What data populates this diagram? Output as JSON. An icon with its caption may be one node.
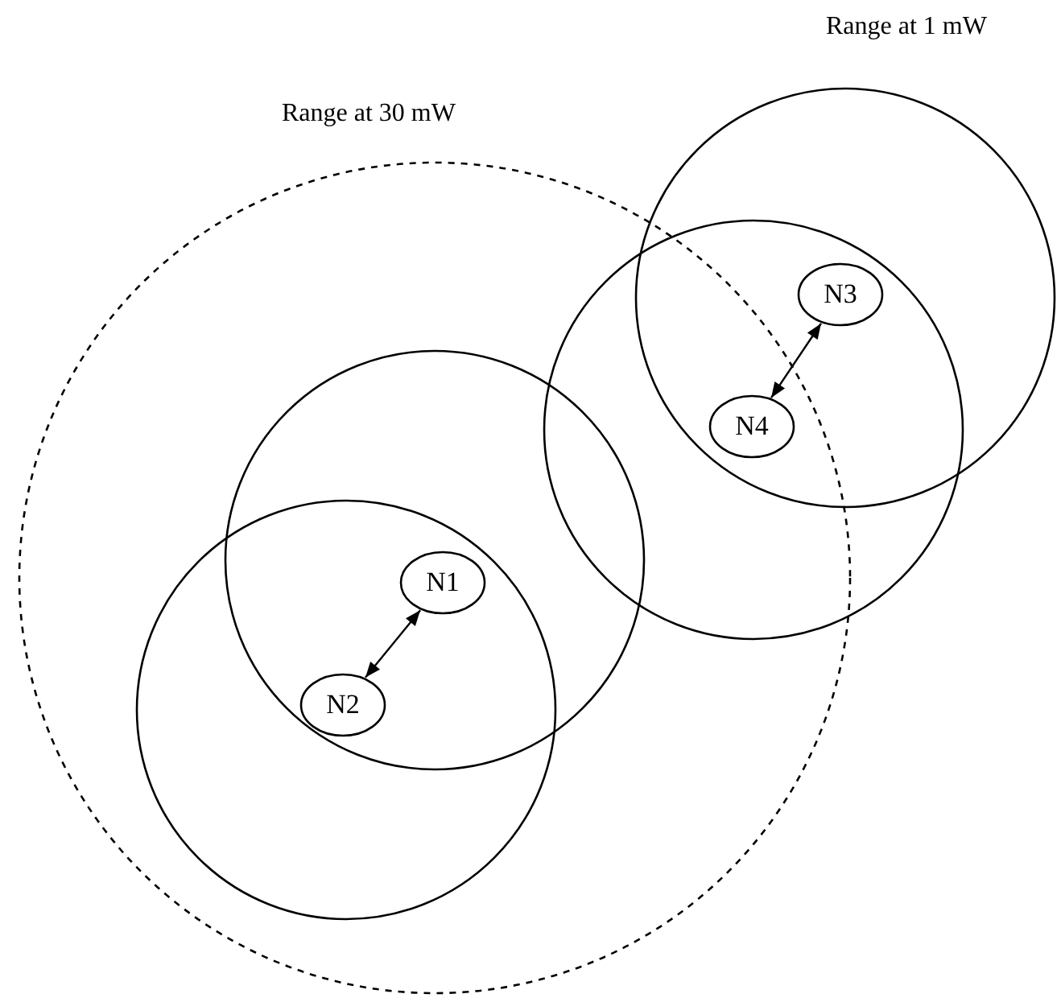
{
  "diagram": {
    "nodes": [
      {
        "text": [
          "N1"
        ]
      },
      {
        "text": [
          "N2"
        ]
      },
      {
        "text": [
          "N3"
        ]
      },
      {
        "text": [
          "N4"
        ]
      }
    ],
    "edges": [
      {
        "from": 0,
        "to": 1,
        "arrow": "both"
      },
      {
        "from": 2,
        "to": 3,
        "arrow": "both"
      }
    ],
    "labels": [
      "Range at 1 mW",
      "Range at 30 mW"
    ]
  }
}
